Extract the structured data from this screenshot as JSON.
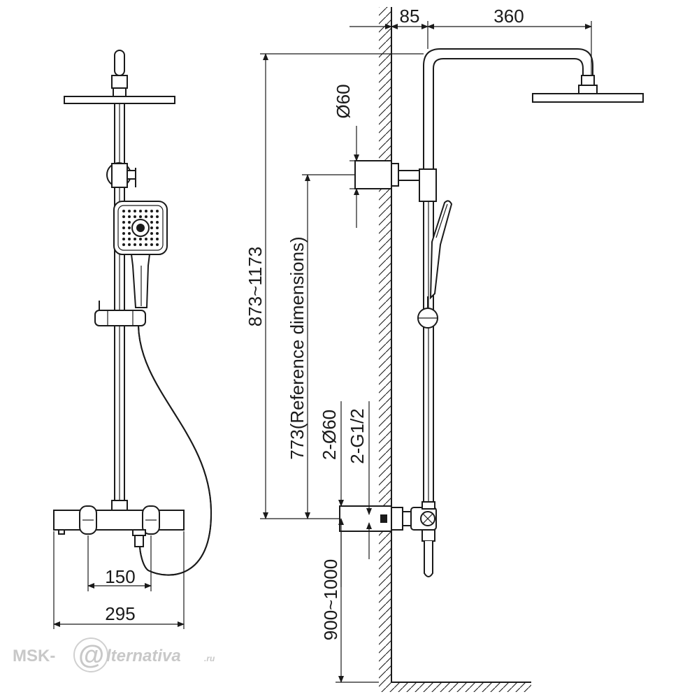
{
  "dimensions": {
    "arm_offset": "85",
    "arm_length": "360",
    "outlet_dia": "Ø60",
    "height_range": "873~1173",
    "reference_height": "773(Reference dimensions)",
    "wall_flange_dia": "2-Ø60",
    "thread": "2-G1/2",
    "floor_height": "900~1000",
    "inlet_spacing": "150",
    "mixer_width": "295"
  },
  "watermark": {
    "prefix": "MSK-",
    "at_sign": "@",
    "suffix": "lternativa",
    "domain": ".ru"
  }
}
